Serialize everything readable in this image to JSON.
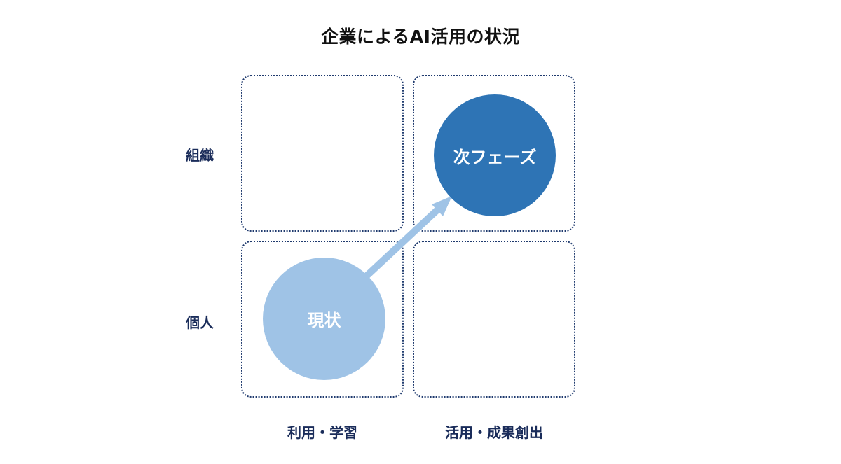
{
  "title": "企業によるAI活用の状況",
  "rows": {
    "organization": "組織",
    "individual": "個人"
  },
  "columns": {
    "use_learn": "利用・学習",
    "utilize_results": "活用・成果創出"
  },
  "circles": {
    "current": "現状",
    "next": "次フェーズ"
  },
  "colors": {
    "current_circle": "#9fc3e6",
    "next_circle": "#2e74b5",
    "arrow": "#9fc3e6",
    "quadrant_border": "#1f3a6e",
    "label_text": "#1a2c5a"
  }
}
